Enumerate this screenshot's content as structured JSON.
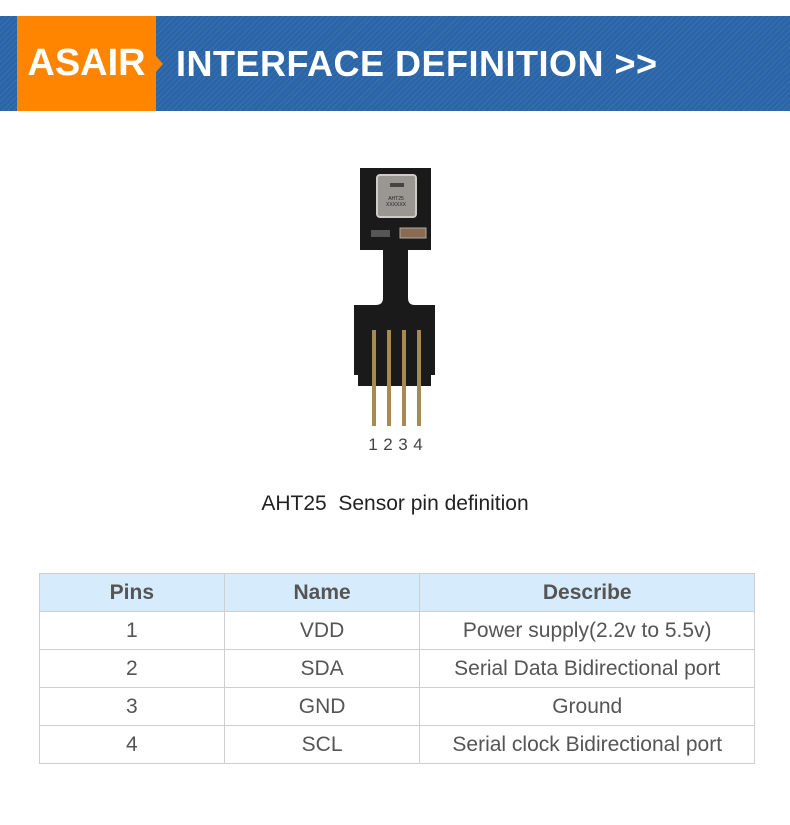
{
  "header": {
    "brand": "ASAIR",
    "title": "INTERFACE DEFINITION >>",
    "colors": {
      "band": "#2a65a8",
      "brand": "#ff8500"
    }
  },
  "sensor": {
    "chip_label": "AHT25",
    "chip_code": "XXXXXX",
    "pin_labels": [
      "1",
      "2",
      "3",
      "4"
    ]
  },
  "caption": "AHT25  Sensor pin definition",
  "table": {
    "headers": [
      "Pins",
      "Name",
      "Describe"
    ],
    "rows": [
      [
        "1",
        "VDD",
        "Power supply(2.2v to 5.5v)"
      ],
      [
        "2",
        "SDA",
        "Serial Data Bidirectional port"
      ],
      [
        "3",
        "GND",
        "Ground"
      ],
      [
        "4",
        "SCL",
        "Serial clock Bidirectional port"
      ]
    ]
  }
}
